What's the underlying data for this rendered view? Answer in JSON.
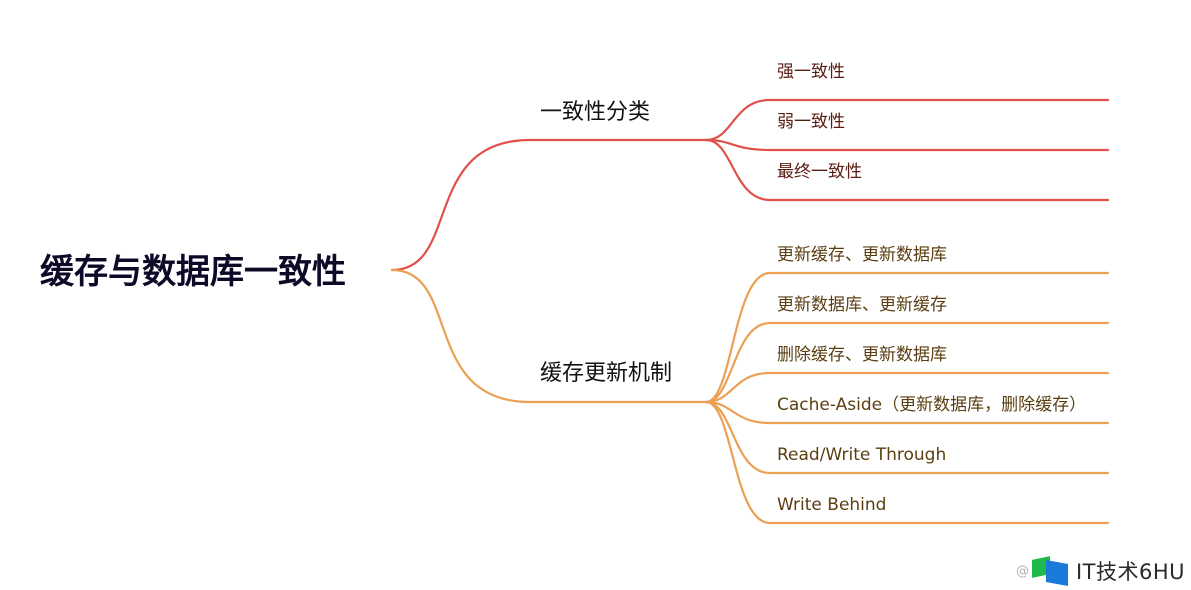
{
  "root": {
    "label": "缓存与数据库一致性"
  },
  "branches": [
    {
      "label": "一致性分类",
      "color": "#e0514b",
      "children": [
        "强一致性",
        "弱一致性",
        "最终一致性"
      ]
    },
    {
      "label": "缓存更新机制",
      "color": "#eba054",
      "children": [
        "更新缓存、更新数据库",
        "更新数据库、更新缓存",
        "删除缓存、更新数据库",
        "Cache-Aside（更新数据库，删除缓存）",
        "Read/Write Through",
        "Write Behind"
      ]
    }
  ],
  "watermark": {
    "text": "IT技术6HU",
    "at": "@"
  }
}
